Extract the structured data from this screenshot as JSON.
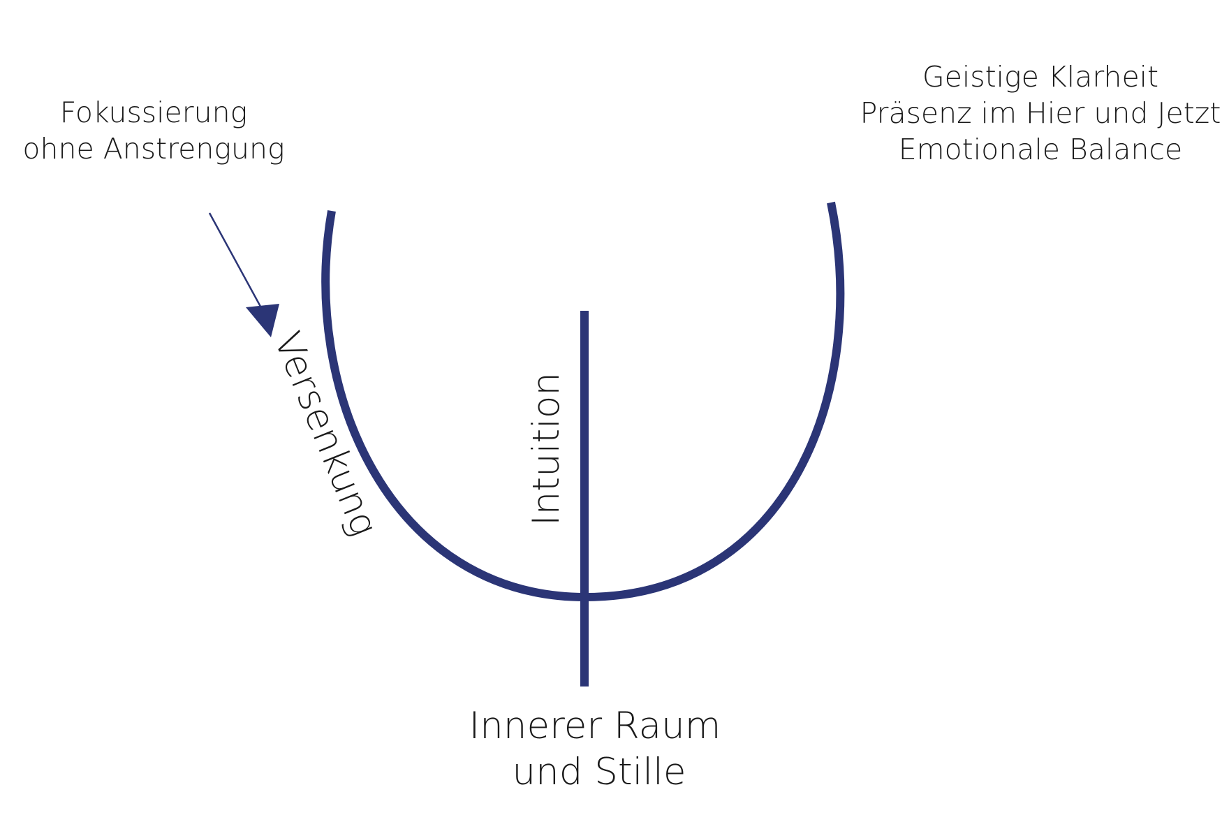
{
  "colors": {
    "stroke": "#2b3576",
    "text": "#1a1a1a",
    "background": "#ffffff"
  },
  "labels": {
    "focus_line1": "Fokussierung",
    "focus_line2": "ohne Anstrengung",
    "outcome_line1": "Geistige Klarheit",
    "outcome_line2": "Präsenz im Hier und Jetzt",
    "outcome_line3": "Emotionale Balance",
    "descent": "Versenkung",
    "intuition": "Intuition",
    "bottom_line1": "Innerer Raum",
    "bottom_line2": "und Stille"
  }
}
